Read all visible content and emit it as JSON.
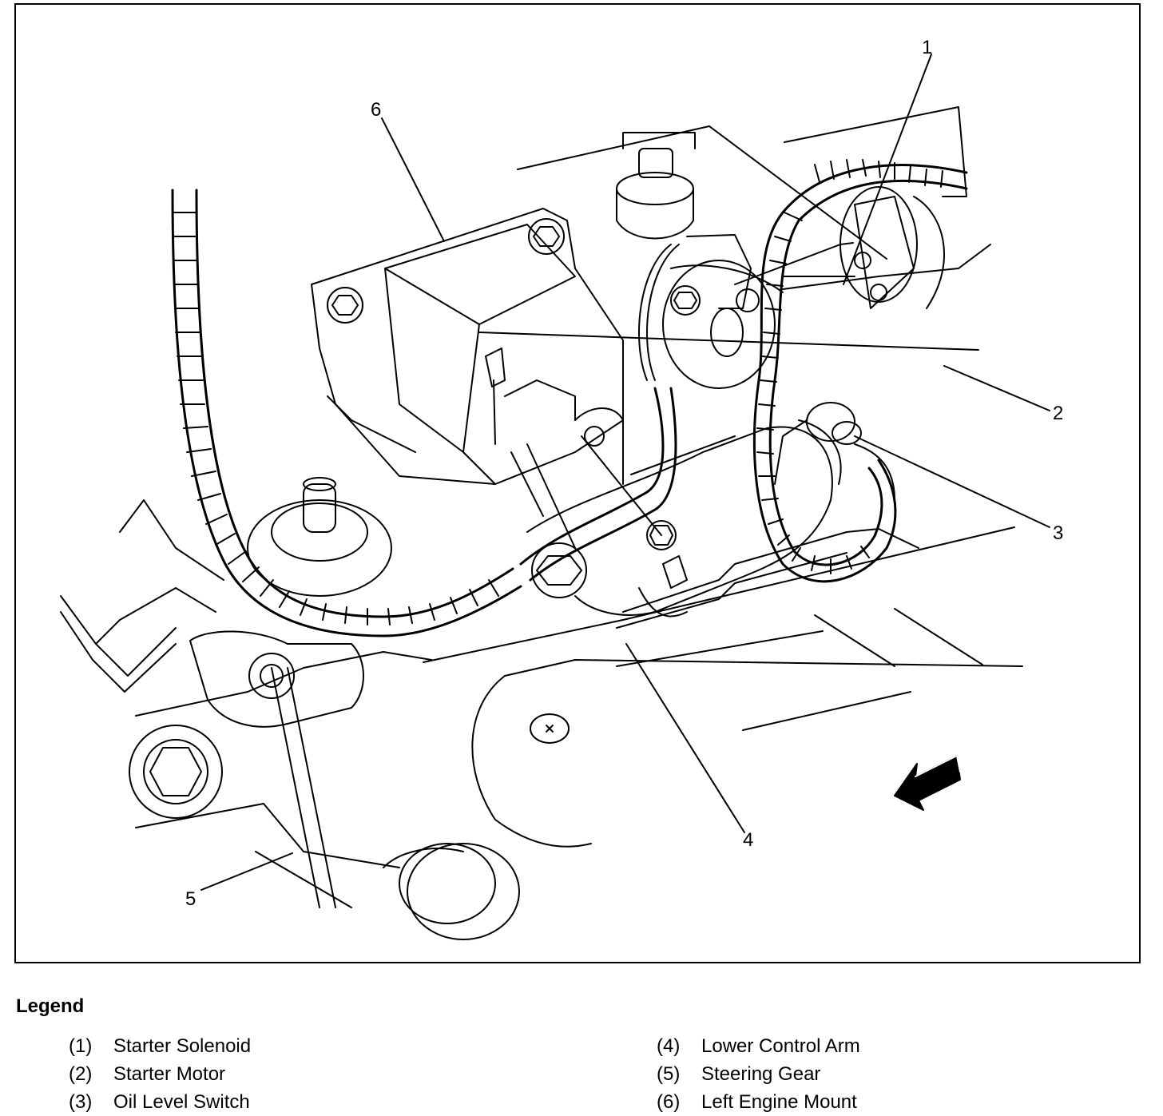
{
  "figure": {
    "callouts": [
      "1",
      "2",
      "3",
      "4",
      "5",
      "6"
    ]
  },
  "legend": {
    "title": "Legend",
    "items": [
      {
        "num": "(1)",
        "text": "Starter Solenoid"
      },
      {
        "num": "(2)",
        "text": "Starter Motor"
      },
      {
        "num": "(3)",
        "text": "Oil Level Switch"
      },
      {
        "num": "(4)",
        "text": "Lower Control Arm"
      },
      {
        "num": "(5)",
        "text": "Steering Gear"
      },
      {
        "num": "(6)",
        "text": "Left Engine Mount"
      }
    ]
  }
}
